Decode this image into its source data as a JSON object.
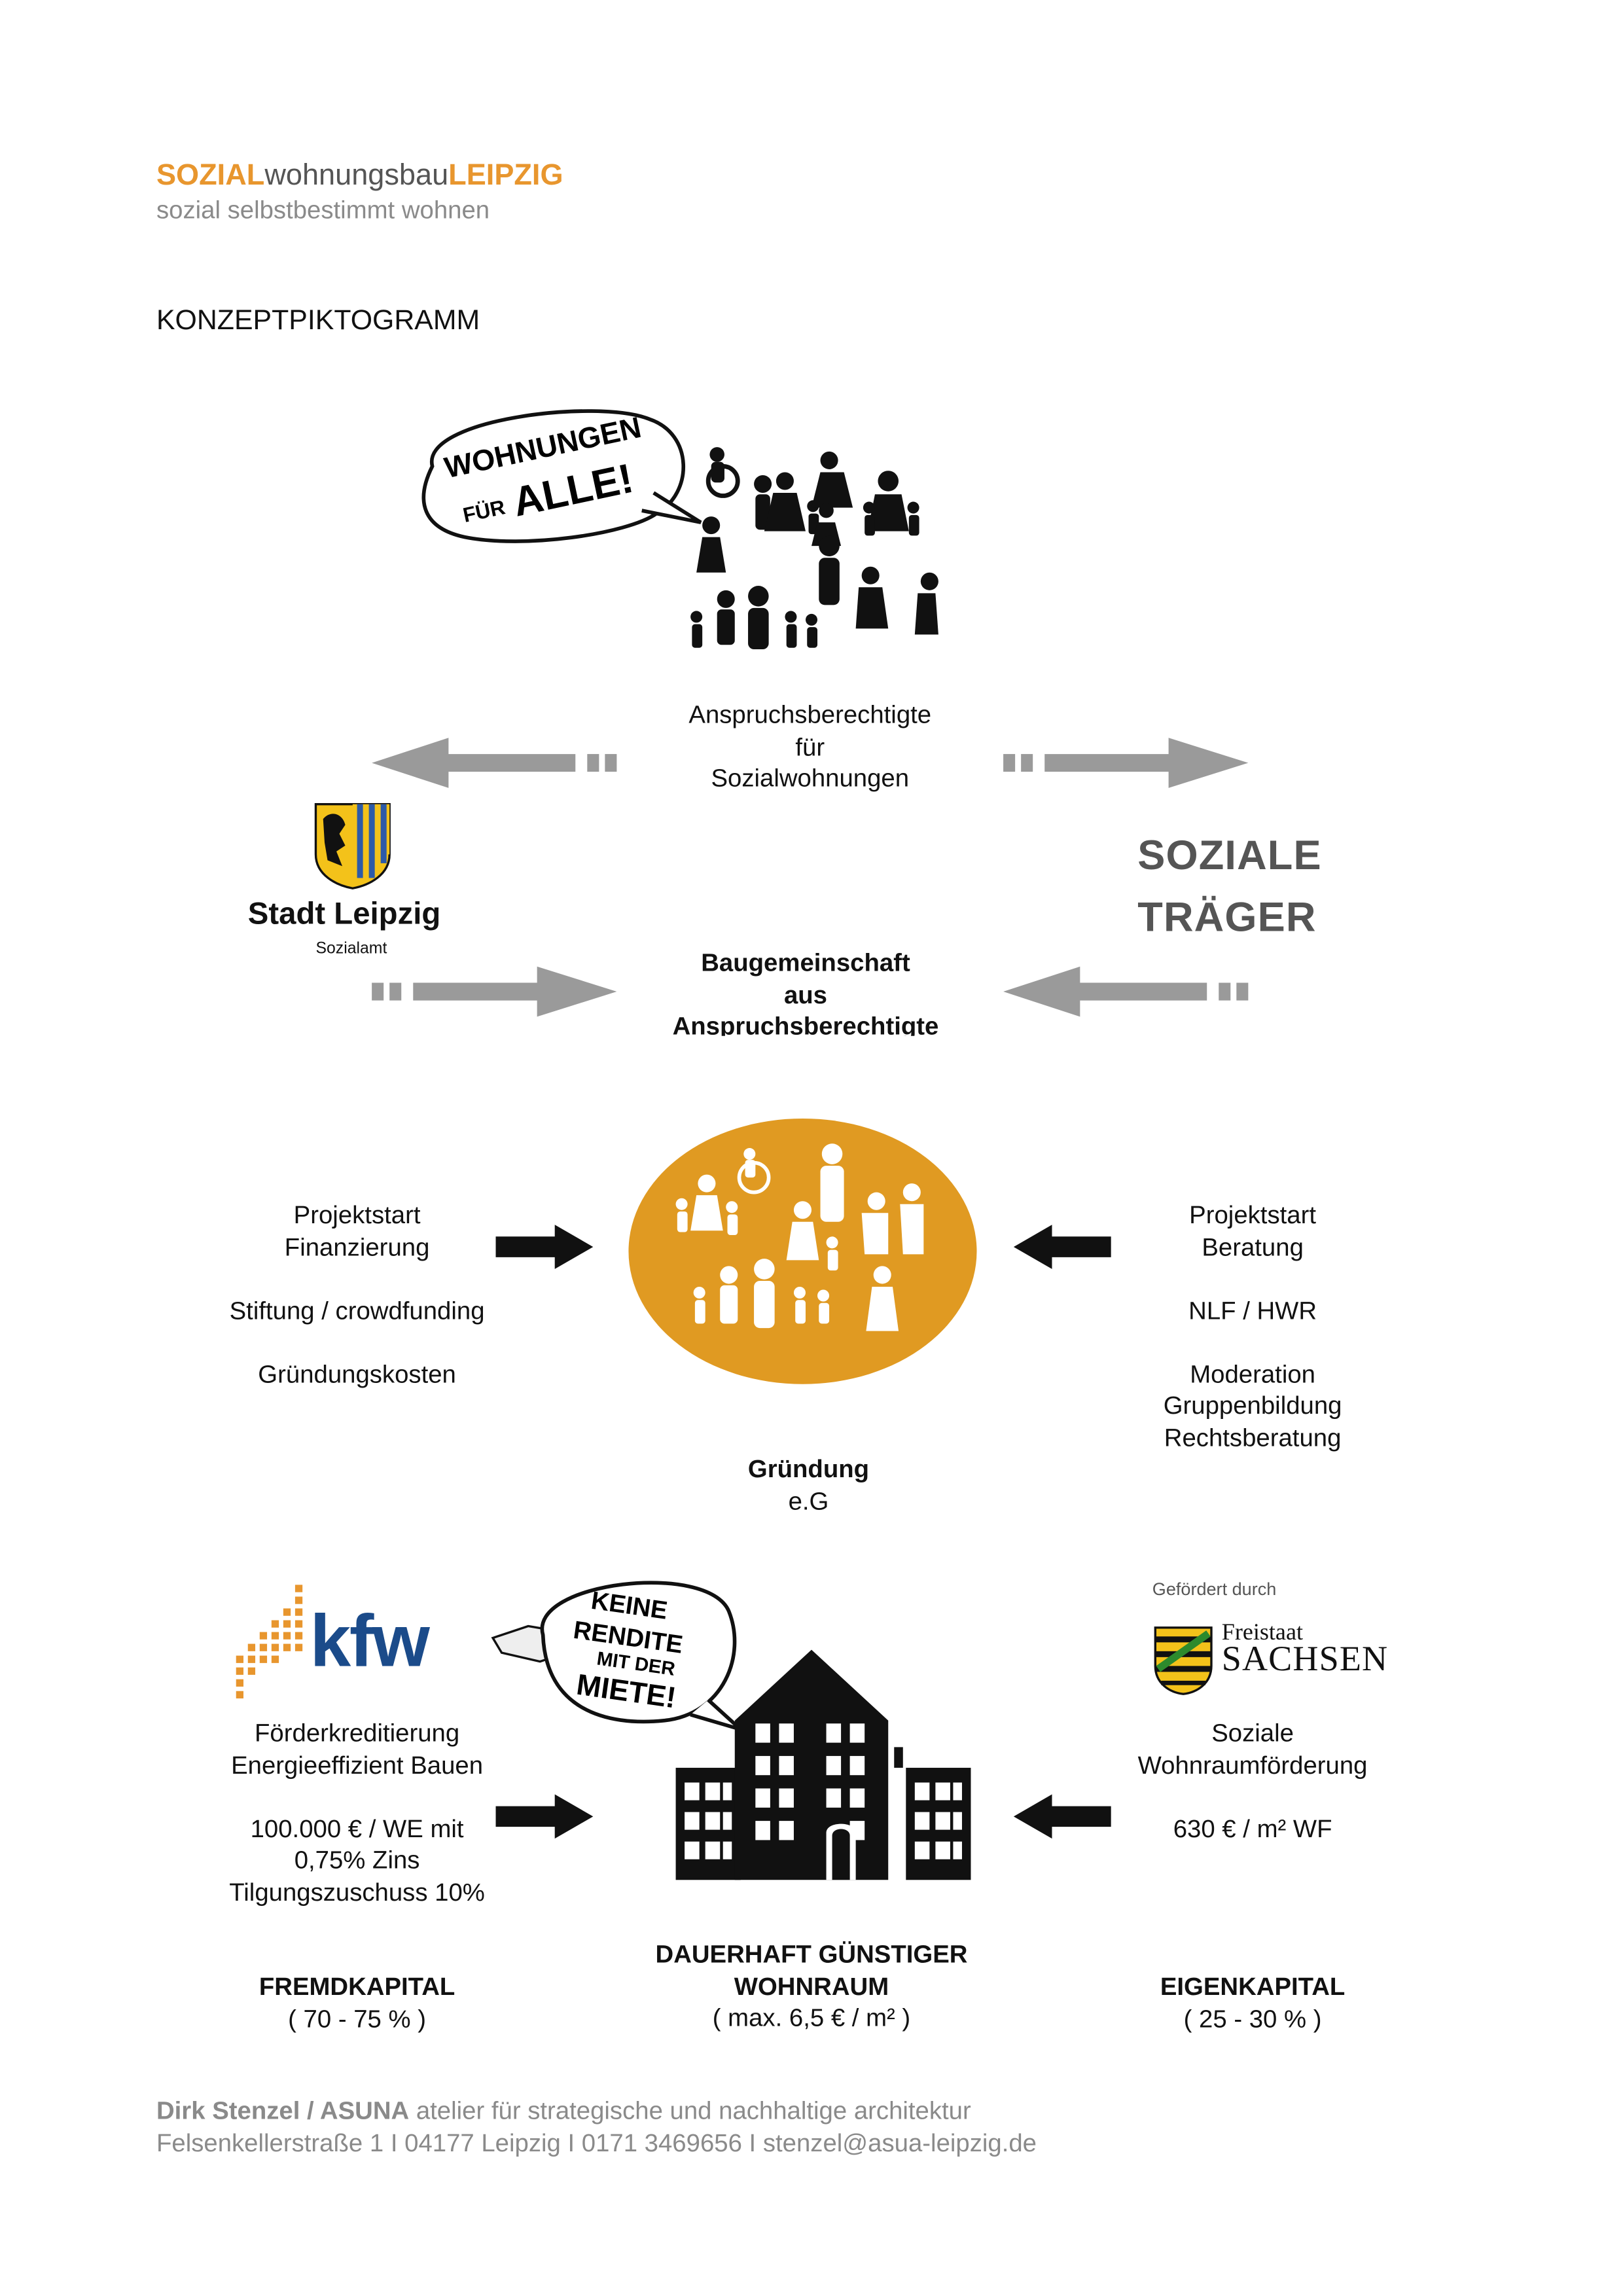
{
  "header": {
    "title_part1": "SOZIAL",
    "title_part2": "wohnungsbau",
    "title_part3": "LEIPZIG",
    "subtitle": "sozial selbstbestimmt wohnen",
    "accent_color": "#e8962e"
  },
  "section_title": "KONZEPTPIKTOGRAMM",
  "top": {
    "speech_bubble_line1": "WOHNUNGEN",
    "speech_bubble_line2": "FÜR",
    "speech_bubble_line3": "ALLE!",
    "caption_line1": "Anspruchsberechtigte",
    "caption_line2": "für",
    "caption_line3": "Sozialwohnungen"
  },
  "left_actor": {
    "name": "Stadt Leipzig",
    "sub": "Sozialamt"
  },
  "right_actor": {
    "line1": "SOZIALE",
    "line2": "TRÄGER"
  },
  "middle_caption": {
    "line1": "Baugemeinschaft",
    "line2": "aus",
    "line3": "Anspruchsberechtigte"
  },
  "founding": {
    "left": {
      "line1": "Projektstart",
      "line2": "Finanzierung",
      "line3": "Stiftung / crowdfunding",
      "line4": "Gründungskosten"
    },
    "right": {
      "line1": "Projektstart",
      "line2": "Beratung",
      "line3": "NLF / HWR",
      "line4": "Moderation",
      "line5": "Gruppenbildung",
      "line6": "Rechtsberatung"
    },
    "caption_line1": "Gründung",
    "caption_line2": "e.G",
    "circle_color": "#e09a22"
  },
  "bottom": {
    "kfw_logo": "kfw",
    "left_line1": "Förderkreditierung",
    "left_line2": "Energieeffizient Bauen",
    "left_line3": "100.000 € / WE mit",
    "left_line4": "0,75% Zins",
    "left_line5": "Tilgungszuschuss 10%",
    "left_heading": "FREMDKAPITAL",
    "left_share": "( 70 - 75 % )",
    "bubble_line1": "KEINE",
    "bubble_line2": "RENDITE",
    "bubble_line3": "MIT DER",
    "bubble_line4": "MIETE!",
    "center_heading_line1": "DAUERHAFT GÜNSTIGER",
    "center_heading_line2": "WOHNRAUM",
    "center_share": "( max. 6,5 € / m² )",
    "sachsen_small": "Gefördert durch",
    "sachsen_line1": "Freistaat",
    "sachsen_line2": "SACHSEN",
    "right_line1": "Soziale",
    "right_line2": "Wohnraumförderung",
    "right_line3": "630 € / m² WF",
    "right_heading": "EIGENKAPITAL",
    "right_share": "( 25 - 30 % )"
  },
  "footer": {
    "name": "Dirk Stenzel / ASUNA",
    "tagline": " atelier für strategische und nachhaltige architektur",
    "address": "Felsenkellerstraße 1 I 04177 Leipzig I 0171 3469656 I stenzel@asua-leipzig.de"
  }
}
